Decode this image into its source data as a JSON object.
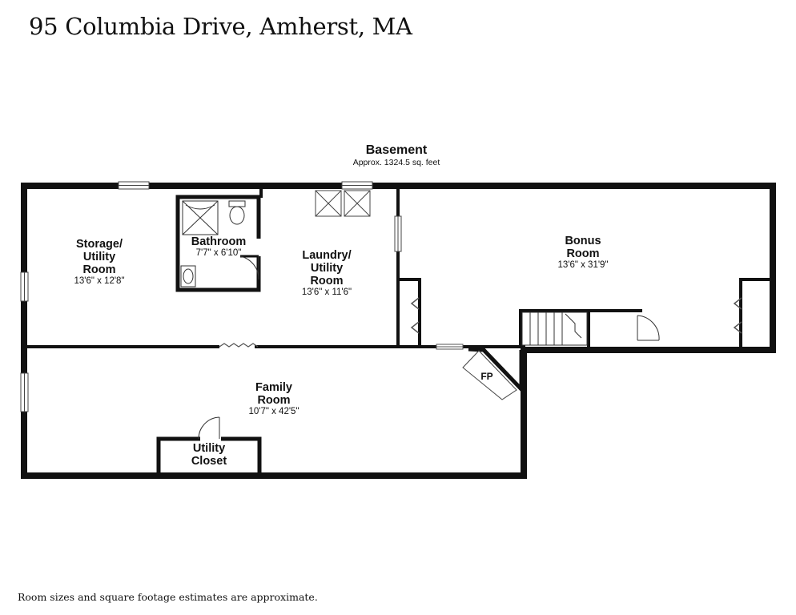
{
  "header": {
    "title": "95 Columbia Drive, Amherst, MA"
  },
  "floor": {
    "name": "Basement",
    "area": "Approx. 1324.5 sq. feet"
  },
  "rooms": {
    "storage": {
      "line1": "Storage/",
      "line2": "Utility",
      "line3": "Room",
      "dims": "13'6\" x 12'8\""
    },
    "bathroom": {
      "line1": "Bathroom",
      "dims": "7'7\" x 6'10\""
    },
    "laundry": {
      "line1": "Laundry/",
      "line2": "Utility",
      "line3": "Room",
      "dims": "13'6\" x 11'6\""
    },
    "bonus": {
      "line1": "Bonus",
      "line2": "Room",
      "dims": "13'6\" x 31'9\""
    },
    "family": {
      "line1": "Family",
      "line2": "Room",
      "dims": "10'7\" x 42'5\""
    },
    "utility_closet": {
      "line1": "Utility",
      "line2": "Closet"
    },
    "fireplace": {
      "label": "FP"
    }
  },
  "footer": {
    "disclaimer": "Room sizes and square footage estimates are approximate."
  }
}
